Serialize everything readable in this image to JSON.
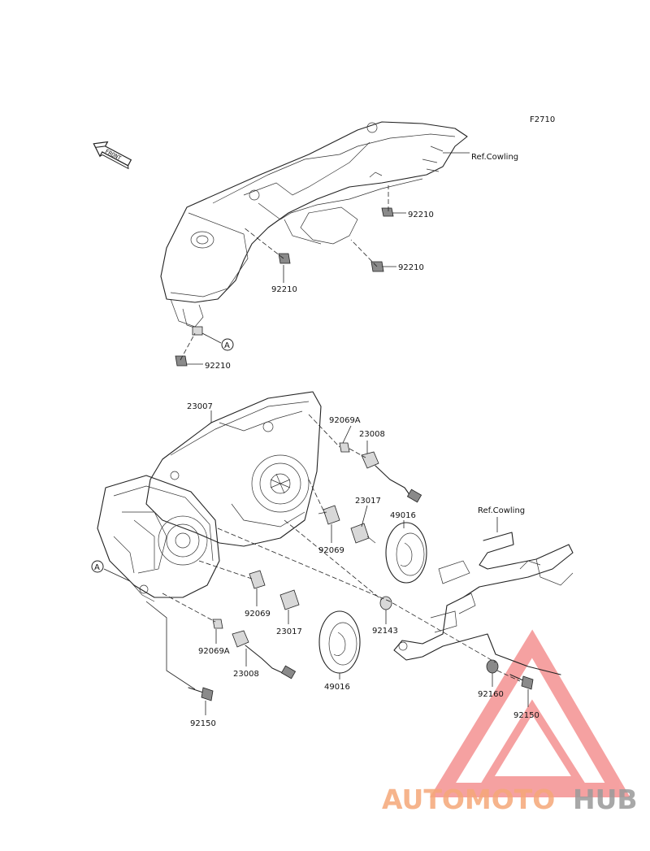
{
  "figure_code": "F2710",
  "front_arrow": "FRONT",
  "ref_labels": {
    "cowling_upper": "Ref.Cowling",
    "cowling_lower": "Ref.Cowling"
  },
  "callout_a": "A",
  "parts": {
    "p92210_a": "92210",
    "p92210_b": "92210",
    "p92210_c": "92210",
    "p92210_d": "92210",
    "p23007": "23007",
    "p92069a_top": "92069A",
    "p23008_top": "23008",
    "p23017_top": "23017",
    "p49016_top": "49016",
    "p92069_top": "92069",
    "p92069_bot": "92069",
    "p23017_bot": "23017",
    "p92069a_bot": "92069A",
    "p23008_bot": "23008",
    "p49016_bot": "49016",
    "p92143": "92143",
    "p92150_left": "92150",
    "p92160": "92160",
    "p92150_right": "92150"
  },
  "watermark": {
    "part1": "AUTOMOTO",
    "part2": "HUB",
    "color1": "#f5a878",
    "color2": "#9a9a9a",
    "triangle_color": "#ee5555"
  }
}
